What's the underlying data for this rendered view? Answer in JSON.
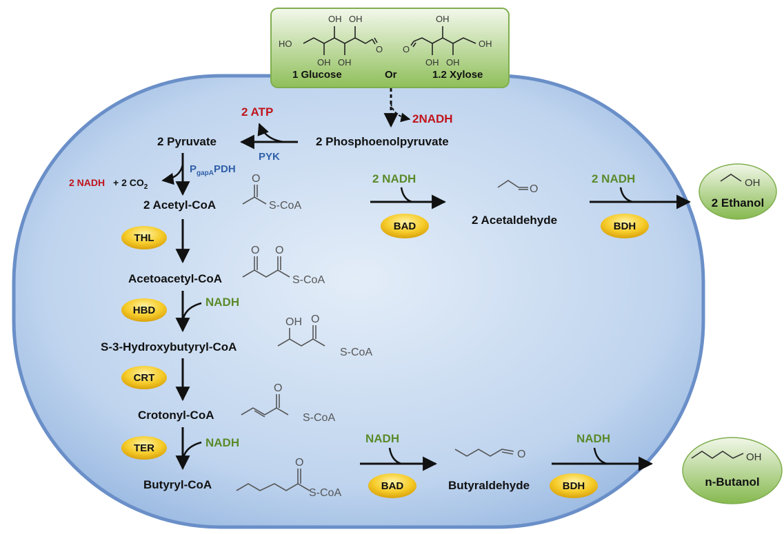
{
  "sugars": {
    "glucose_label": "1 Glucose",
    "or_label": "Or",
    "xylose_label": "1.2 Xylose",
    "oh": "OH",
    "ho": "HO",
    "o": "O"
  },
  "cofactors": {
    "nadh_glycolysis": "2NADH",
    "atp": "2 ATP",
    "pyk": "PYK",
    "pdh_p": "P",
    "pdh_sub": "gapA",
    "pdh_rest": "PDH",
    "pdh_nadh": "2 NADH",
    "pdh_co2": "+ 2 CO",
    "pdh_co2_sub": "2",
    "nadh_2": "2 NADH",
    "nadh": "NADH"
  },
  "metabolites": {
    "pep": "2 Phosphoenolpyruvate",
    "pyruvate": "2 Pyruvate",
    "acetyl_coa": "2 Acetyl-CoA",
    "acetoacetyl_coa": "Acetoacetyl-CoA",
    "hydroxybutyryl_coa": "S-3-Hydroxybutyryl-CoA",
    "crotonyl_coa": "Crotonyl-CoA",
    "butyryl_coa": "Butyryl-CoA",
    "acetaldehyde": "2 Acetaldehyde",
    "butyraldehyde": "Butyraldehyde",
    "ethanol": "2 Ethanol",
    "butanol": "n-Butanol"
  },
  "chem_text": {
    "s_coa": "S-CoA",
    "o": "O",
    "oh": "OH"
  },
  "enzymes": {
    "thl": "THL",
    "hbd": "HBD",
    "crt": "CRT",
    "ter": "TER",
    "bad": "BAD",
    "bdh": "BDH"
  },
  "colors": {
    "cell_fill_top": "#dbe8f6",
    "cell_fill_bottom": "#9dbde3",
    "cell_border": "#6a8fc8",
    "enzyme_fill": "#f3c316",
    "product_fill": "#8fbf5a",
    "nadh_green": "#5a8a2a",
    "atp_red": "#c0141c",
    "pyk_blue": "#2f5fa8"
  }
}
